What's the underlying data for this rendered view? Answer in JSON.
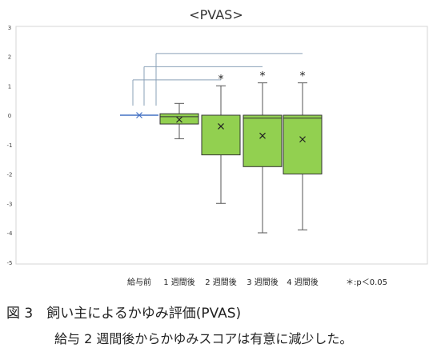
{
  "chart_data": {
    "type": "box",
    "title": "<PVAS>",
    "ylim": [
      -5,
      3
    ],
    "yticks": [
      3,
      2,
      1,
      0,
      -1,
      -2,
      -3,
      -4,
      -5
    ],
    "categories": [
      "給与前",
      "1 週間後",
      "2 週間後",
      "3 週間後",
      "4 週間後"
    ],
    "boxes": [
      {
        "min": 0,
        "q1": 0,
        "median": 0,
        "q3": 0,
        "max": 0,
        "mean": 0,
        "sig": ""
      },
      {
        "min": -0.8,
        "q1": -0.3,
        "median": -0.05,
        "q3": 0.05,
        "max": 0.4,
        "mean": -0.15,
        "sig": ""
      },
      {
        "min": -3.0,
        "q1": -1.35,
        "median": 0,
        "q3": 0,
        "max": 1.0,
        "mean": -0.38,
        "sig": "*"
      },
      {
        "min": -4.0,
        "q1": -1.75,
        "median": -0.1,
        "q3": 0,
        "max": 1.1,
        "mean": -0.7,
        "sig": "*"
      },
      {
        "min": -3.9,
        "q1": -2.0,
        "median": -0.1,
        "q3": 0,
        "max": 1.1,
        "mean": -0.82,
        "sig": "*"
      }
    ],
    "significance_brackets": [
      {
        "from": 0,
        "to": 2,
        "y": 1.2
      },
      {
        "from": 0,
        "to": 3,
        "y": 1.65
      },
      {
        "from": 0,
        "to": 4,
        "y": 2.1
      }
    ],
    "legend_note": "＊:p＜0.05",
    "box_color": "#92d050",
    "grid": false
  },
  "caption": {
    "title": "図 3　飼い主によるかゆみ評価(PVAS)",
    "subtitle": "給与 2 週間後からかゆみスコアは有意に減少した。"
  }
}
